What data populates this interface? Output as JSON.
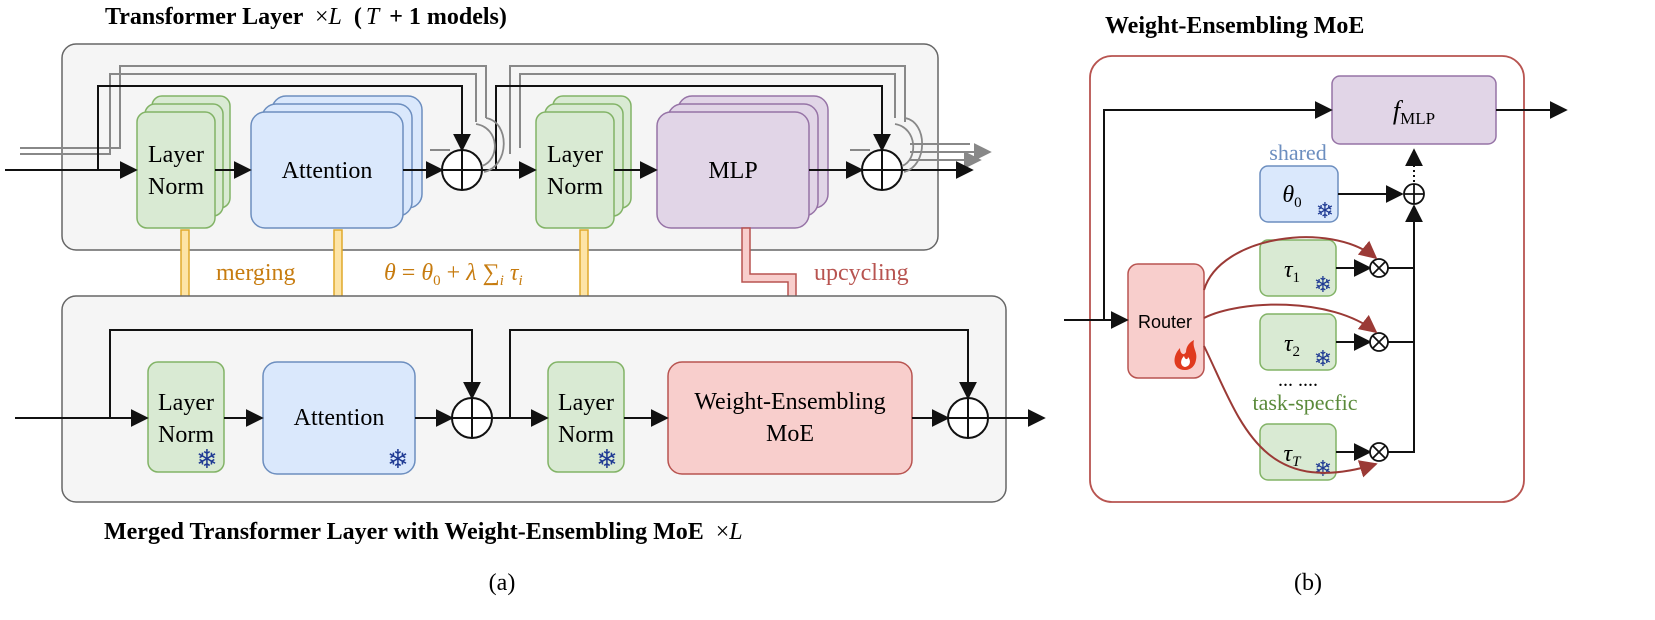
{
  "panel_a": {
    "top_title": "Transformer Layer",
    "top_title_times": "×",
    "top_title_L": "L",
    "top_title_T": "T",
    "top_title_models": "+ 1 models)",
    "top_title_paren": "(",
    "layernorm_line1": "Layer",
    "layernorm_line2": "Norm",
    "attention": "Attention",
    "mlp": "MLP",
    "merging": "merging",
    "formula": {
      "theta": "θ",
      "eq": " = ",
      "theta0": "θ",
      "sub0": "0",
      "plus": " + ",
      "lambda": "λ",
      "sum": " ∑",
      "sum_sub": "i",
      "tau": " τ",
      "tau_sub": "i"
    },
    "upcycling": "upcycling",
    "we_moe_line1": "Weight-Ensembling",
    "we_moe_line2": "MoE",
    "bottom_title": "Merged Transformer Layer with Weight-Ensembling MoE",
    "bottom_times": "×",
    "bottom_L": "L",
    "caption": "(a)"
  },
  "panel_b": {
    "title": "Weight-Ensembling MoE",
    "f_mlp": "f",
    "f_mlp_sub": "MLP",
    "shared": "shared",
    "theta": "θ",
    "theta_sub": "0",
    "router": "Router",
    "tau": "τ",
    "tau1_sub": "1",
    "tau2_sub": "2",
    "tauT_sub": "T",
    "dots": "... ....",
    "task_specific": "task-specfic",
    "caption": "(b)"
  },
  "colors": {
    "green_fill": "#d9ead3",
    "green_stroke": "#82b366",
    "blue_fill": "#dae8fc",
    "blue_stroke": "#6c8ebf",
    "purple_fill": "#e1d5e7",
    "purple_stroke": "#9673a6",
    "red_fill": "#f8cecc",
    "red_stroke": "#b85450",
    "orange_text": "#c77c10",
    "red_text": "#b85450",
    "shared_text": "#6c8ebf",
    "task_text": "#5a8a3a",
    "snow": "#1f3a93",
    "fire": "#e03a1e",
    "gray_panel": "#f5f5f5",
    "gray_stroke": "#666666"
  },
  "icons": [
    "snowflake-icon",
    "flame-icon",
    "adder-icon",
    "multiplier-icon"
  ]
}
